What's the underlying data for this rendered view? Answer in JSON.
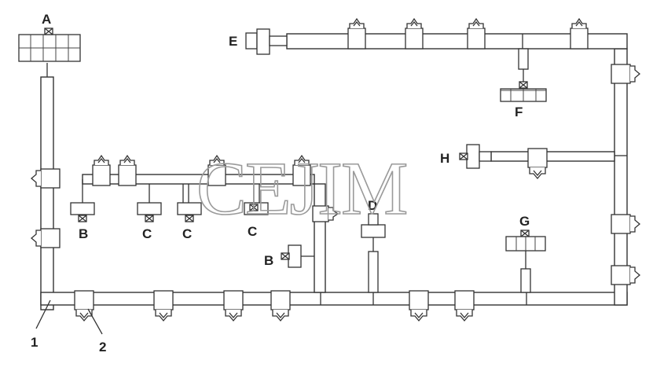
{
  "diagram": {
    "labels": {
      "A": "A",
      "B_left": "B",
      "C_1": "C",
      "C_2": "C",
      "C_3": "C",
      "B_center": "B",
      "D": "D",
      "E": "E",
      "F": "F",
      "G": "G",
      "H": "H",
      "callout_1": "1",
      "callout_2": "2"
    },
    "watermark": "CEJIM"
  }
}
